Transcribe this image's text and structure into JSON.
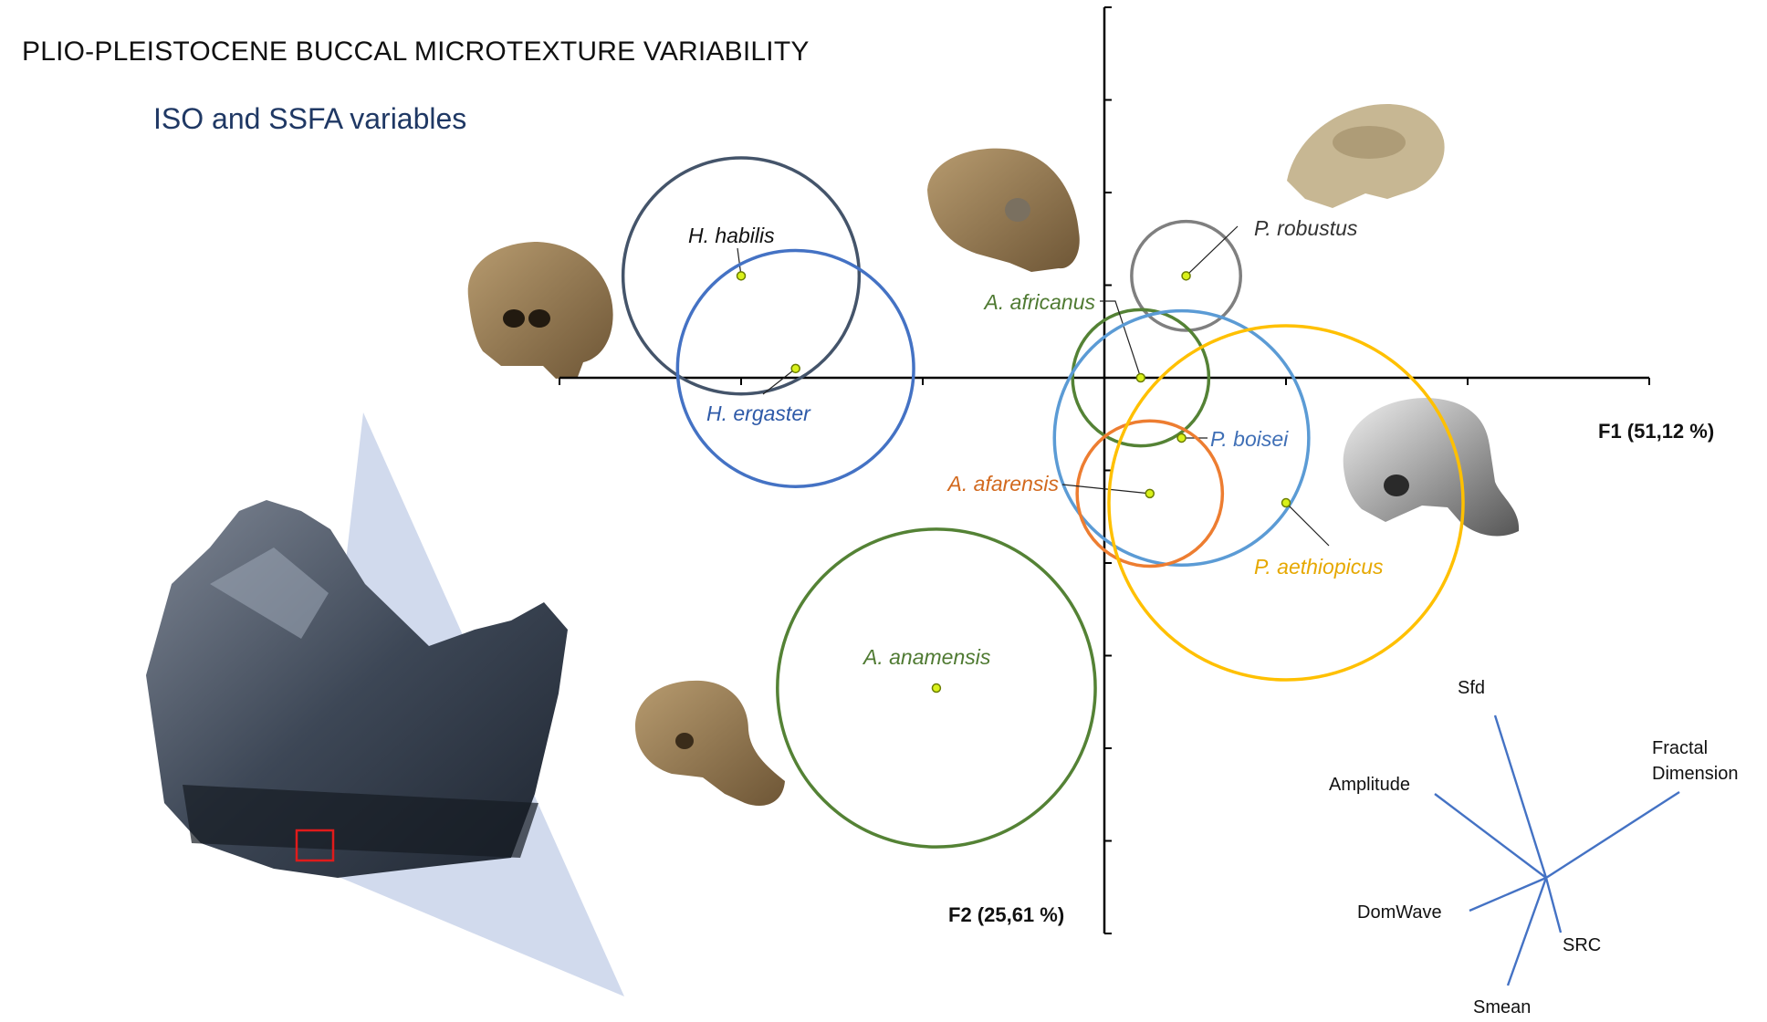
{
  "title": "PLIO-PLEISTOCENE BUCCAL MICROTEXTURE VARIABILITY",
  "subtitle": "ISO and SSFA variables",
  "chart_data": {
    "type": "scatter",
    "xlabel": "F1 (51,12 %)",
    "ylabel": "F2 (25,61 %)",
    "xlim": [
      -6,
      6
    ],
    "ylim": [
      -6,
      4
    ],
    "grid": false,
    "series": [
      {
        "name": "H. habilis",
        "x": -4.0,
        "y": 1.1,
        "radius": 1.3,
        "color": "#44546a"
      },
      {
        "name": "H. ergaster",
        "x": -3.4,
        "y": 0.1,
        "radius": 1.3,
        "color": "#4472c4"
      },
      {
        "name": "P. robustus",
        "x": 0.9,
        "y": 1.1,
        "radius": 0.6,
        "color": "#7f7f7f"
      },
      {
        "name": "A. africanus",
        "x": 0.4,
        "y": 0.0,
        "radius": 0.75,
        "color": "#548235"
      },
      {
        "name": "P. boisei",
        "x": 0.85,
        "y": -0.65,
        "radius": 1.4,
        "color": "#5b9bd5"
      },
      {
        "name": "A. afarensis",
        "x": 0.5,
        "y": -1.25,
        "radius": 0.8,
        "color": "#ed7d31"
      },
      {
        "name": "P. aethiopicus",
        "x": 2.0,
        "y": -1.35,
        "radius": 1.95,
        "color": "#ffc000"
      },
      {
        "name": "A. anamensis",
        "x": -1.85,
        "y": -3.35,
        "radius": 1.75,
        "color": "#548235"
      }
    ],
    "variables": [
      "Sfd",
      "Fractal Dimension",
      "Amplitude",
      "DomWave",
      "SRC",
      "Smean"
    ]
  }
}
